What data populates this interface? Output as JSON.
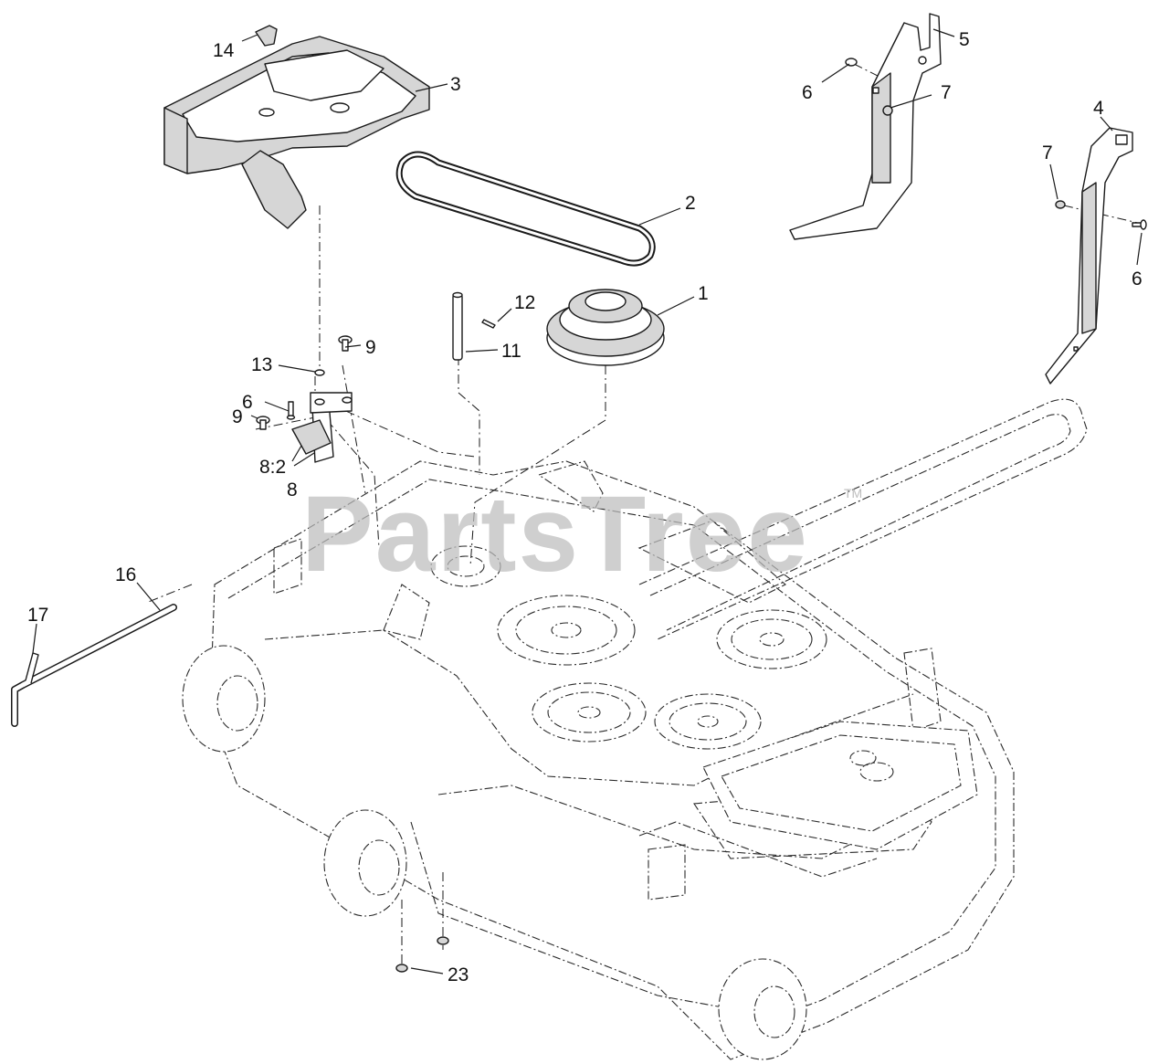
{
  "watermark": {
    "text": "PartsTree",
    "trademark": "TM"
  },
  "callouts": [
    {
      "id": "1",
      "label": "1"
    },
    {
      "id": "2",
      "label": "2"
    },
    {
      "id": "3",
      "label": "3"
    },
    {
      "id": "4",
      "label": "4"
    },
    {
      "id": "5",
      "label": "5"
    },
    {
      "id": "6a",
      "label": "6"
    },
    {
      "id": "6b",
      "label": "6"
    },
    {
      "id": "6c",
      "label": "6"
    },
    {
      "id": "7a",
      "label": "7"
    },
    {
      "id": "7b",
      "label": "7"
    },
    {
      "id": "8",
      "label": "8"
    },
    {
      "id": "8-2",
      "label": "8:2"
    },
    {
      "id": "9a",
      "label": "9"
    },
    {
      "id": "9b",
      "label": "9"
    },
    {
      "id": "11",
      "label": "11"
    },
    {
      "id": "12",
      "label": "12"
    },
    {
      "id": "13",
      "label": "13"
    },
    {
      "id": "14",
      "label": "14"
    },
    {
      "id": "16",
      "label": "16"
    },
    {
      "id": "17",
      "label": "17"
    },
    {
      "id": "23",
      "label": "23"
    }
  ],
  "parts": {
    "pulley": "pulley",
    "belt": "belt",
    "belt_cover": "belt cover",
    "bracket_right": "bracket",
    "bracket_left": "bracket",
    "idler_bracket": "idler bracket",
    "pivot_shaft": "shaft",
    "cotter_pin": "pin",
    "rod": "rod",
    "hairpin": "hairpin clip",
    "mower_deck": "mower deck"
  }
}
